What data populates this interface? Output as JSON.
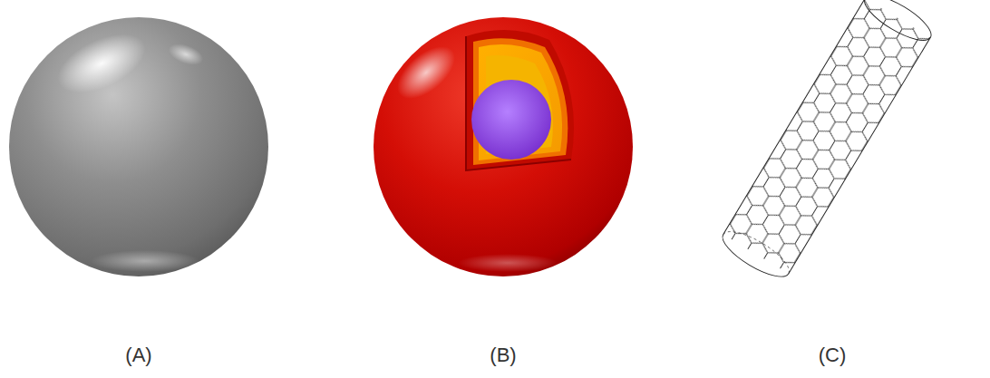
{
  "diagram": {
    "labels": [
      "(A)",
      "(B)",
      "(C)"
    ]
  }
}
